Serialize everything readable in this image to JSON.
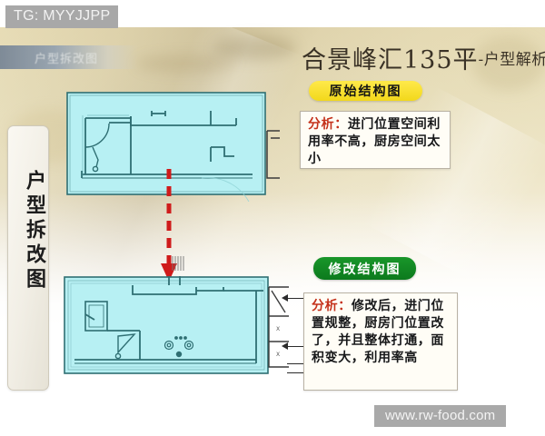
{
  "overlay": {
    "tg_tag": "TG: MYYJJPP",
    "watermark": "www.rw-food.com"
  },
  "header": {
    "banner_text": "户型拆改图",
    "title_main": "合景峰汇135平",
    "title_sub": "-户型解析"
  },
  "side_tab": {
    "label": "户型拆改图"
  },
  "sections": [
    {
      "badge": "原始结构图",
      "badge_color": "#f2d81b",
      "note_label": "分析：",
      "note_text": "进门位置空间利用率不高，厨房空间太小",
      "plan_name": "original-floor-plan"
    },
    {
      "badge": "修改结构图",
      "badge_color": "#0c7a1d",
      "note_label": "分析：",
      "note_text": "修改后，进门位置规整，厨房门位置改了，并且整体打通，面积变大，利用率高",
      "plan_name": "modified-floor-plan"
    }
  ],
  "colors": {
    "plan_fill": "#b7f0f3",
    "plan_wall": "#2f6f73",
    "accent_red": "#c4301a",
    "paper": "#eee6c8"
  },
  "annotations": {
    "flow_arrow": "red-dashed-down-arrow"
  }
}
